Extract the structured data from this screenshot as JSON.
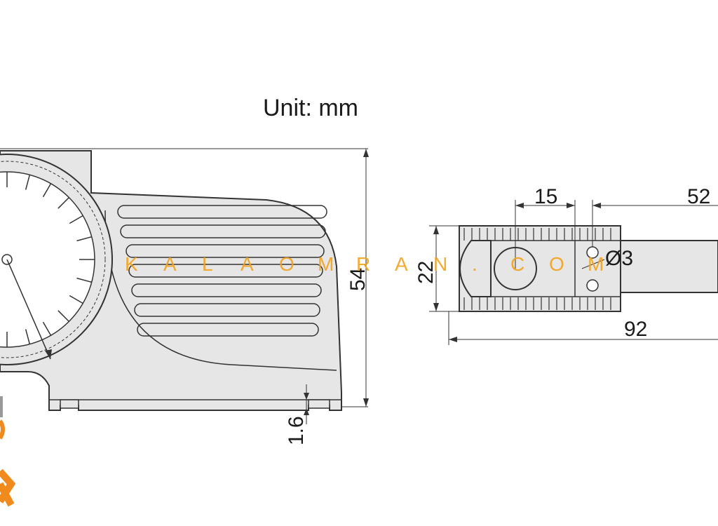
{
  "unit_label": "Unit: mm",
  "dimensions": {
    "height": "54",
    "base_offset": "1.6",
    "top_span_a": "15",
    "top_span_b": "52",
    "width_small": "22",
    "hole": "Ø3",
    "length": "92"
  },
  "watermark": {
    "letters": [
      "K",
      "A",
      "L",
      "A",
      "O",
      "M",
      "R",
      "A",
      "N",
      ".",
      "C",
      "O",
      "M"
    ]
  },
  "colors": {
    "line": "#333333",
    "body": "#e6e6e6",
    "watermark": "#f2a21c",
    "logo": "#f08a1c"
  }
}
